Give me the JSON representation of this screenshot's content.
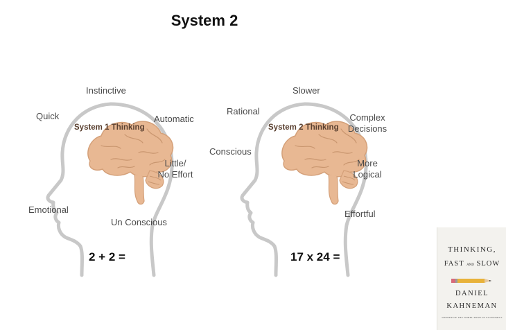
{
  "slide": {
    "title": "System 2"
  },
  "system1": {
    "brain_label": "System 1 Thinking",
    "labels": {
      "instinctive": "Instinctive",
      "quick": "Quick",
      "automatic": "Automatic",
      "little_effort_1": "Little/",
      "little_effort_2": "No Effort",
      "emotional": "Emotional",
      "unconscious": "Un Conscious"
    },
    "equation": "2 + 2 ="
  },
  "system2": {
    "brain_label": "System 2 Thinking",
    "labels": {
      "slower": "Slower",
      "rational": "Rational",
      "complex_1": "Complex",
      "complex_2": "Decisions",
      "conscious": "Conscious",
      "logical_1": "More",
      "logical_2": "Logical",
      "effortful": "Effortful"
    },
    "equation": "17 x 24 ="
  },
  "book": {
    "title_line1": "THINKING,",
    "title_fast": "FAST",
    "title_and": "AND",
    "title_slow": "SLOW",
    "author_line1": "DANIEL",
    "author_line2": "KAHNEMAN",
    "tagline": "WINNER OF THE NOBEL PRIZE IN ECONOMICS"
  },
  "colors": {
    "brain_fill": "#e8b893",
    "brain_stroke": "#d4a079",
    "head_outline": "#c8c8c8"
  }
}
